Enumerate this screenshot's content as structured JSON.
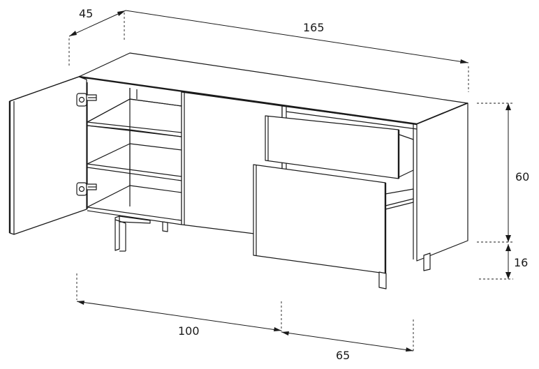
{
  "dimensions": {
    "depth": "45",
    "width": "165",
    "body_height": "60",
    "leg_height": "16",
    "left_section_width": "100",
    "right_section_width": "65"
  }
}
